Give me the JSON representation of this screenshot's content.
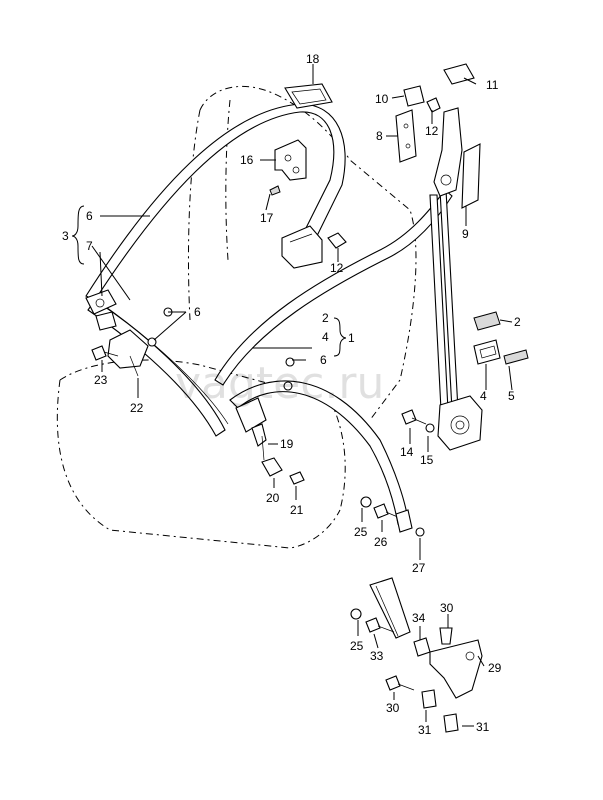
{
  "watermark": "vagtec.ru",
  "labels": {
    "l1": "1",
    "l2a": "2",
    "l2b": "2",
    "l3": "3",
    "l4a": "4",
    "l4b": "4",
    "l5": "5",
    "l6a": "6",
    "l6b": "6",
    "l6c": "6",
    "l7": "7",
    "l8": "8",
    "l9": "9",
    "l10": "10",
    "l11": "11",
    "l12a": "12",
    "l12b": "12",
    "l14": "14",
    "l15": "15",
    "l16": "16",
    "l17": "17",
    "l18": "18",
    "l19": "19",
    "l20": "20",
    "l21": "21",
    "l22": "22",
    "l23": "23",
    "l25a": "25",
    "l25b": "25",
    "l26": "26",
    "l27": "27",
    "l29": "29",
    "l30a": "30",
    "l30b": "30",
    "l31a": "31",
    "l31b": "31",
    "l33": "33",
    "l34": "34"
  }
}
